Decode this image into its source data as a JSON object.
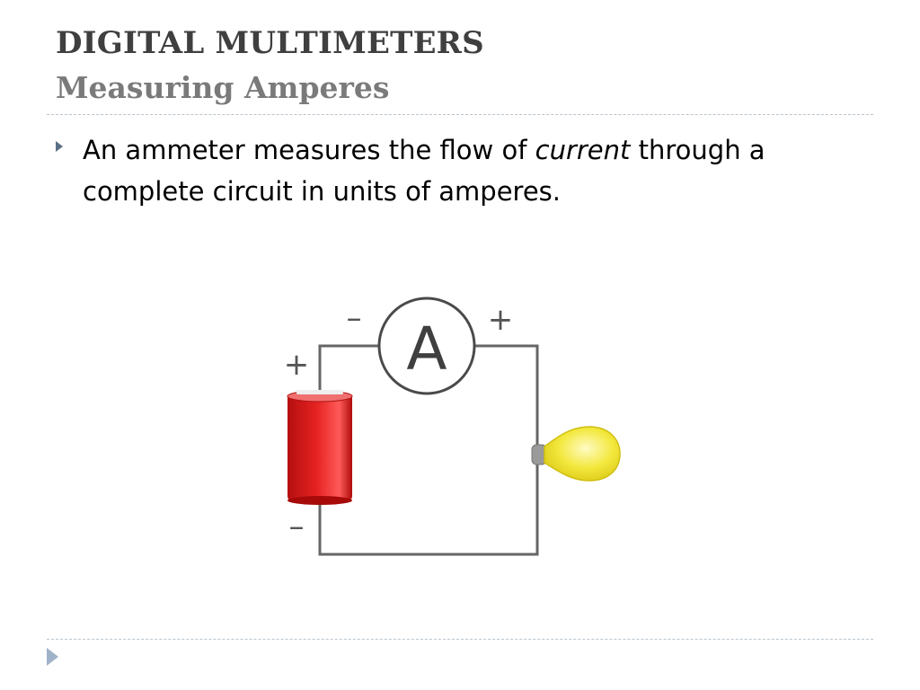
{
  "slide": {
    "title": "DIGITAL MULTIMETERS",
    "subtitle": "Measuring Amperes"
  },
  "bullet": {
    "text_before": "An ammeter measures the flow of ",
    "text_emphasis": "current",
    "text_after": " through a complete circuit in units of amperes."
  },
  "diagram": {
    "meter_label": "A",
    "meter_minus": "–",
    "meter_plus": "+",
    "battery_plus": "+",
    "battery_minus": "–",
    "colors": {
      "battery": "#dd1f1f",
      "bulb": "#f5ea4a",
      "wire": "#666666"
    }
  }
}
